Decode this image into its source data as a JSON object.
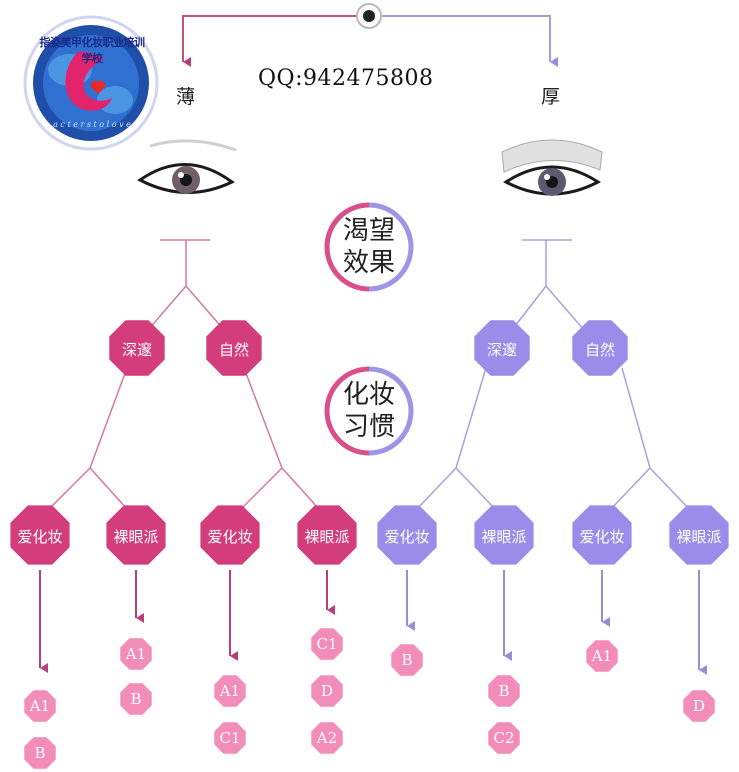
{
  "logo": {
    "title_text": "指姿美甲化妆职业培训学校",
    "motto": "a c t e r s   t o   l o v e"
  },
  "qq": "QQ:942475808",
  "top": {
    "left_label": "薄",
    "right_label": "厚"
  },
  "center": {
    "desire": {
      "line1": "渴望",
      "line2": "效果"
    },
    "habit": {
      "line1": "化妆",
      "line2": "习惯"
    }
  },
  "level2": [
    "深邃",
    "自然",
    "深邃",
    "自然"
  ],
  "level3": [
    "爱化妆",
    "裸眼派",
    "爱化妆",
    "裸眼派",
    "爱化妆",
    "裸眼派",
    "爱化妆",
    "裸眼派"
  ],
  "results": [
    [
      "A1",
      "B"
    ],
    [
      "A1",
      "B"
    ],
    [
      "A1",
      "C1"
    ],
    [
      "C1",
      "D",
      "A2"
    ],
    [
      "B"
    ],
    [
      "B",
      "C2"
    ],
    [
      "A1"
    ],
    [
      "D"
    ]
  ],
  "colors": {
    "pink_dark": "#d43d7c",
    "pink_light": "#f28cb8",
    "purple": "#9a8ce8",
    "purple_light": "#b3a8f0",
    "line_pink": "#c0507e",
    "line_purple": "#a89ad8"
  }
}
